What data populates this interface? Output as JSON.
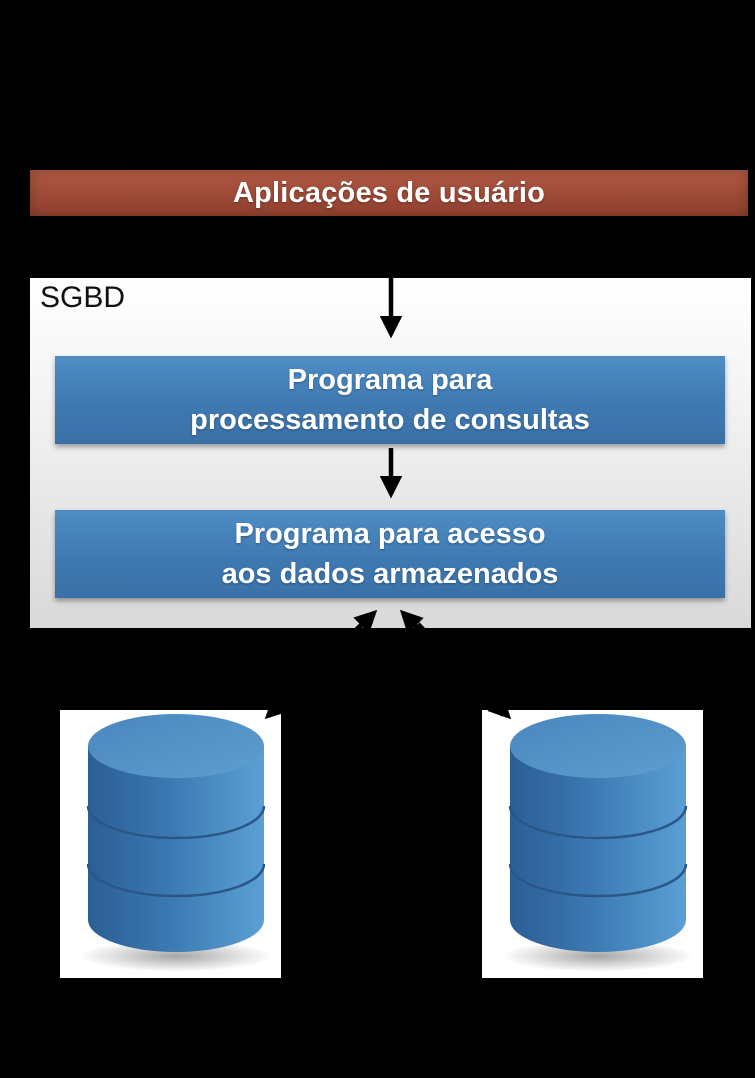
{
  "diagram": {
    "applications_label": "Aplicações de usuário",
    "dbms_label": "SGBD",
    "query_processing": {
      "line1": "Programa para",
      "line2": "processamento de consultas"
    },
    "data_access": {
      "line1": "Programa para acesso",
      "line2": "aos dados armazenados"
    },
    "databases": [
      {
        "icon": "database-icon"
      },
      {
        "icon": "database-icon"
      }
    ],
    "colors": {
      "background": "#000000",
      "applications_bar": "#9e4b38",
      "module_box": "#3f79b2",
      "dbms_container": "#e6e6e6",
      "database": "#3d78b0"
    }
  }
}
